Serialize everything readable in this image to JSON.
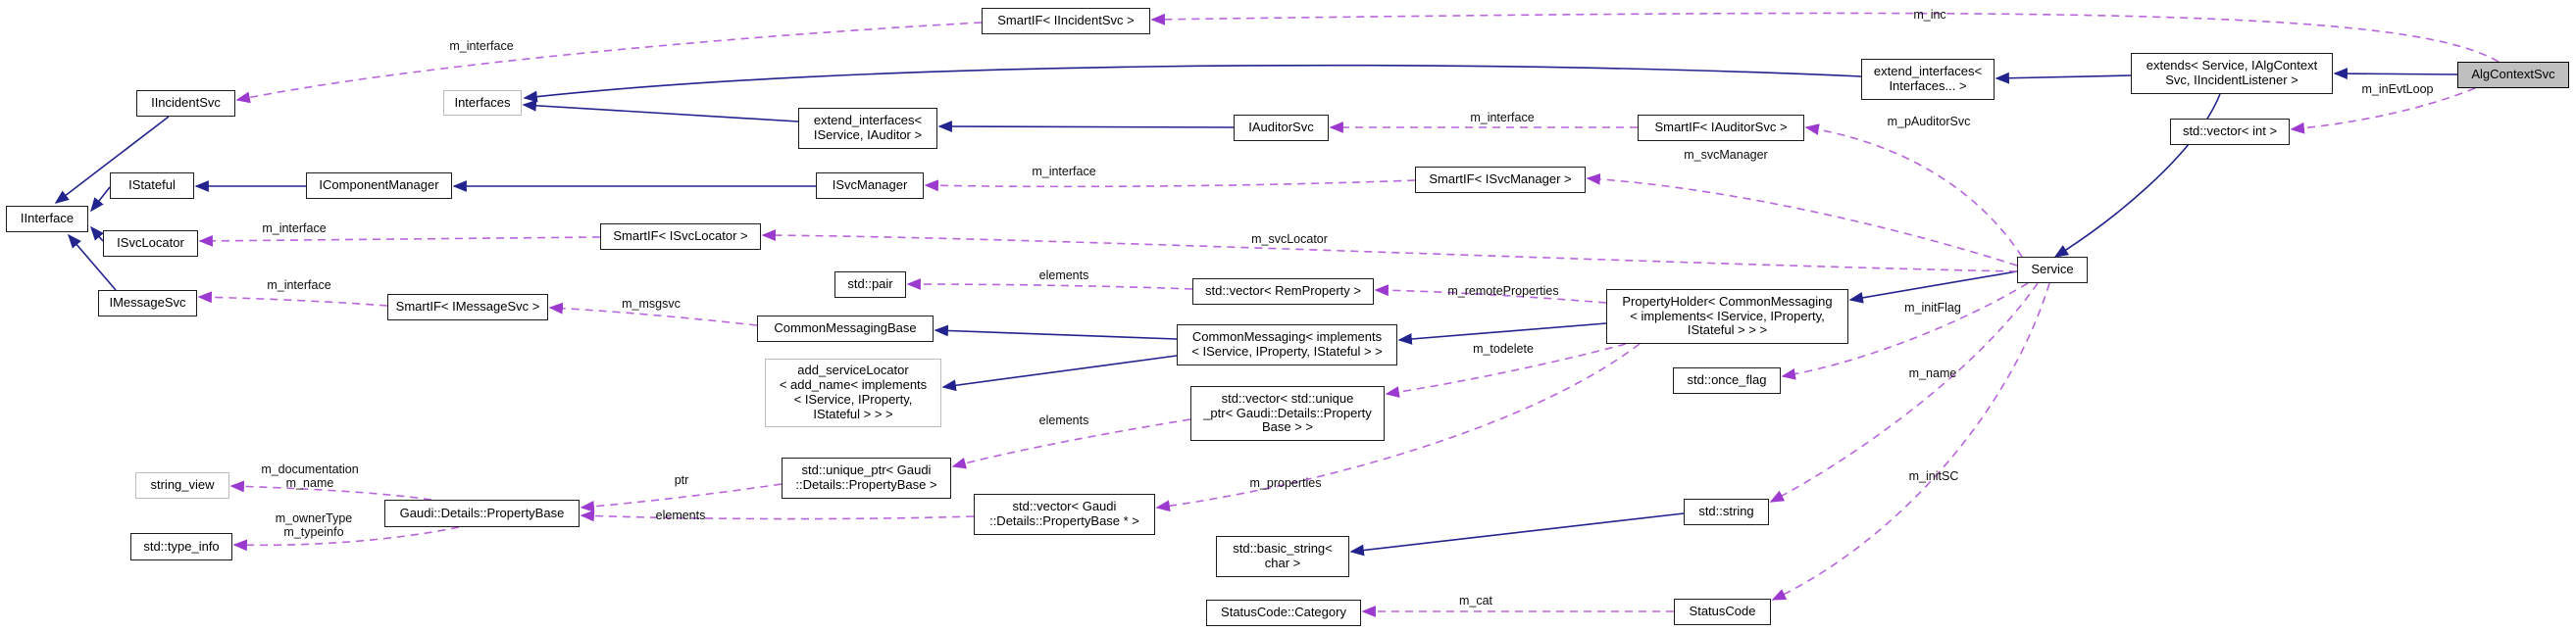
{
  "diagram": {
    "title": "AlgContextSvc collaboration graph",
    "type": "doxygen-collaboration-graph",
    "main_class": "AlgContextSvc",
    "colors": {
      "inheritance_edge": "#23238E",
      "usage_edge": "#B766DB",
      "usage_arrowhead": "#9C3ACF",
      "node_border": "#1c1c1c",
      "external_node_border": "#bdbdbd",
      "main_node_fill": "#bfbfbf",
      "node_fill": "#ffffff"
    },
    "nodes": {
      "iincident_svc": "IIncidentSvc",
      "iinterface": "IInterface",
      "istateful": "IStateful",
      "isvc_locator": "ISvcLocator",
      "imessage_svc": "IMessageSvc",
      "interfaces": "Interfaces",
      "extend_interfaces_iservice_iauditor": "extend_interfaces<\nIService, IAuditor >",
      "iauditor_svc": "IAuditorSvc",
      "smartif_iauditor_svc": "SmartIF< IAuditorSvc >",
      "smartif_iincident_svc": "SmartIF< IIncidentSvc >",
      "icomponent_manager": "IComponentManager",
      "isvc_manager": "ISvcManager",
      "smartif_isvc_manager": "SmartIF< ISvcManager >",
      "smartif_isvc_locator": "SmartIF< ISvcLocator >",
      "smartif_imessage_svc": "SmartIF< IMessageSvc >",
      "std_pair": "std::pair",
      "vector_rem_property": "std::vector< RemProperty >",
      "common_messaging_base": "CommonMessagingBase",
      "common_messaging": "CommonMessaging< implements\n< IService, IProperty, IStateful > >",
      "add_service_locator": "add_serviceLocator\n< add_name< implements\n< IService, IProperty,\nIStateful > > >",
      "vector_unique_ptr": "std::vector< std::unique\n_ptr< Gaudi::Details::Property\nBase > >",
      "property_holder": "PropertyHolder< CommonMessaging\n< implements< IService, IProperty,\nIStateful > > >",
      "std_once_flag": "std::once_flag",
      "string_view": "string_view",
      "property_base": "Gaudi::Details::PropertyBase",
      "std_type_info": "std::type_info",
      "unique_ptr": "std::unique_ptr< Gaudi\n::Details::PropertyBase >",
      "vector_property_base_ptr": "std::vector< Gaudi\n::Details::PropertyBase * >",
      "std_string": "std::string",
      "basic_string": "std::basic_string<\nchar >",
      "status_code_category": "StatusCode::Category",
      "status_code": "StatusCode",
      "service": "Service",
      "extend_interfaces_interfaces": "extend_interfaces<\nInterfaces... >",
      "extends_service": "extends< Service, IAlgContext\nSvc, IIncidentListener >",
      "alg_context_svc": "AlgContextSvc",
      "vector_int": "std::vector< int >"
    },
    "edge_labels": {
      "m_interface_incident": "m_interface",
      "m_inc": "m_inc",
      "m_interface_auditor": "m_interface",
      "m_pAuditorSvc": "m_pAuditorSvc",
      "m_interface_svcmanager": "m_interface",
      "m_svcManager": "m_svcManager",
      "m_interface_svclocator": "m_interface",
      "m_svcLocator": "m_svcLocator",
      "m_interface_messagesvc": "m_interface",
      "m_msgsvc": "m_msgsvc",
      "elements_pair": "elements",
      "m_remoteProperties": "m_remoteProperties",
      "m_todelete": "m_todelete",
      "m_initFlag": "m_initFlag",
      "m_name_service": "m_name",
      "elements_unique": "elements",
      "m_properties": "m_properties",
      "m_documentation_name": "m_documentation\nm_name",
      "ptr": "ptr",
      "elements_vecptr": "elements",
      "m_ownerType_typeinfo": "m_ownerType\nm_typeinfo",
      "m_initSC": "m_initSC",
      "m_cat": "m_cat",
      "m_inEvtLoop": "m_inEvtLoop"
    }
  }
}
